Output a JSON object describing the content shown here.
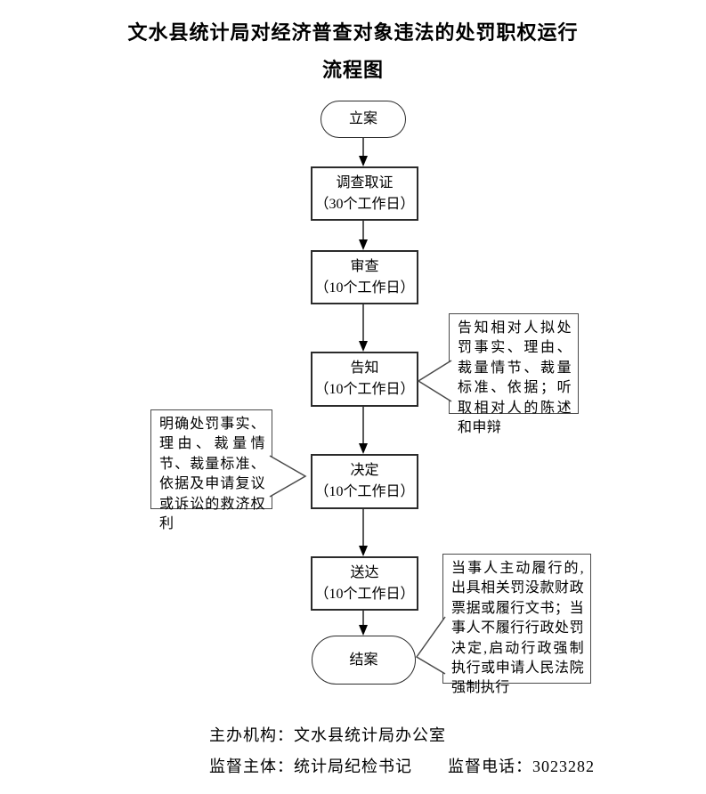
{
  "title": {
    "line1": "文水县统计局对经济普查对象违法的处罚职权运行",
    "line2": "流程图"
  },
  "flow": {
    "nodes": [
      {
        "label": "立案",
        "shape": "stadium"
      },
      {
        "label": "调查取证",
        "duration": "（30个工作日）",
        "shape": "rect"
      },
      {
        "label": "审查",
        "duration": "（10个工作日）",
        "shape": "rect"
      },
      {
        "label": "告知",
        "duration": "（10个工作日）",
        "shape": "rect"
      },
      {
        "label": "决定",
        "duration": "（10个工作日）",
        "shape": "rect"
      },
      {
        "label": "送达",
        "duration": "（10个工作日）",
        "shape": "rect"
      },
      {
        "label": "结案",
        "shape": "stadium"
      }
    ],
    "callouts": {
      "notify": "告知相对人拟处罚事实、理由、裁量情节、裁量标准、依据；听取相对人的陈述和申辩",
      "decide": "明确处罚事实、理由、裁量情节、裁量标准、依据及申请复议或诉讼的救济权利",
      "close": "当事人主动履行的,出具相关罚没款财政票据或履行文书；当事人不履行行政处罚决定,启动行政强制执行或申请人民法院强制执行"
    }
  },
  "footer": {
    "organizer": "主办机构：文水县统计局办公室",
    "supervisor": "监督主体：统计局纪检书记",
    "phone": "监督电话：3023282"
  },
  "colors": {
    "node_border": "#2b2b2b",
    "callout_border": "#4a4a4a",
    "arrow_line": "#595959",
    "arrow_head": "#000000",
    "background": "#ffffff",
    "text": "#000000"
  }
}
